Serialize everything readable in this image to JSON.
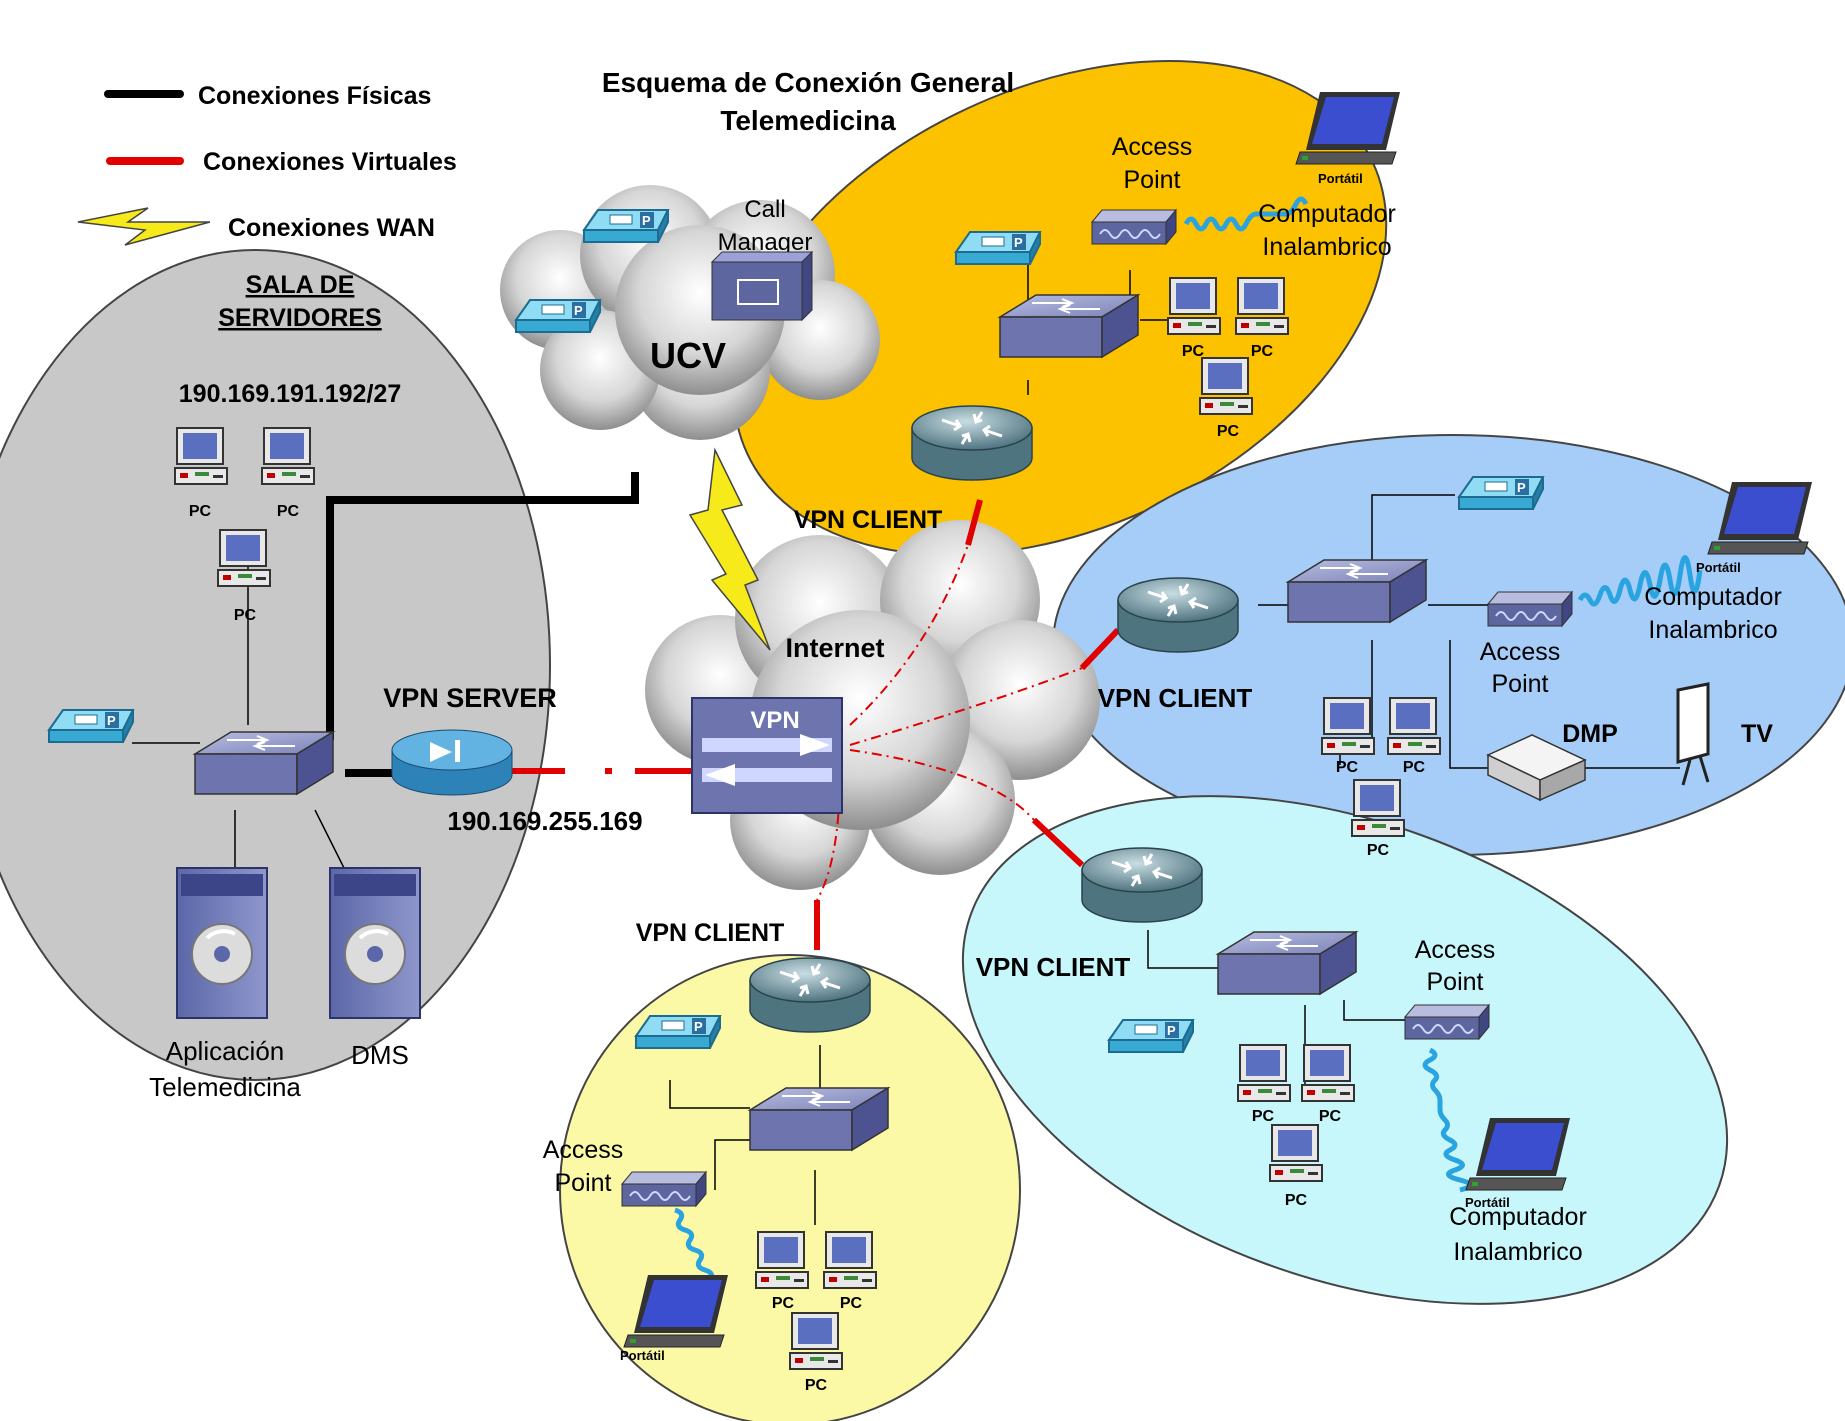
{
  "diagram": {
    "title_line1": "Esquema de Conexión General",
    "title_line2": "Telemedicina",
    "legend": {
      "physical": "Conexiones Físicas",
      "virtual": "Conexiones Virtuales",
      "wan": "Conexiones WAN"
    },
    "colors": {
      "physical": "#000000",
      "virtual": "#e10000",
      "wan": "#f7ea1a",
      "server_zone": "#c8c8c8",
      "orange_zone": "#fcc200",
      "blue_zone": "#a6cdf7",
      "cyan_zone": "#c7f6fb",
      "yellow_zone": "#fcf9a6"
    },
    "server_room": {
      "title_line1": "SALA DE",
      "title_line2": "SERVIDORES",
      "subnet": "190.169.191.192/27",
      "pc_label": "PC",
      "app_line1": "Aplicación",
      "app_line2": "Telemedicina",
      "dms": "DMS"
    },
    "vpn_server": {
      "label": "VPN SERVER",
      "ip": "190.169.255.169"
    },
    "ucv_cloud": {
      "label": "UCV",
      "call_line1": "Call",
      "call_line2": "Manager"
    },
    "internet_cloud": {
      "label": "Internet",
      "vpn": "VPN"
    },
    "common": {
      "vpn_client": "VPN CLIENT",
      "access_line1": "Access",
      "access_line2": "Point",
      "computer_line1": "Computador",
      "computer_line2": "Inalambrico",
      "portatil": "Portátil",
      "pc": "PC"
    },
    "blue_extra": {
      "dmp": "DMP",
      "tv": "TV"
    }
  }
}
